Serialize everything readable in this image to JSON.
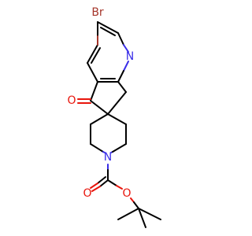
{
  "molecule": {
    "atoms": {
      "bromine": "Br",
      "pyridine_nitrogen": "N",
      "ketone_oxygen": "O",
      "piperidine_nitrogen": "N",
      "carbonyl_oxygen": "O",
      "ether_oxygen": "O"
    },
    "colors": {
      "bond": "#000000",
      "oxygen": "#e8150c",
      "nitrogen": "#3a2ee8",
      "bromine": "#a5352a",
      "background": "#ffffff"
    }
  }
}
